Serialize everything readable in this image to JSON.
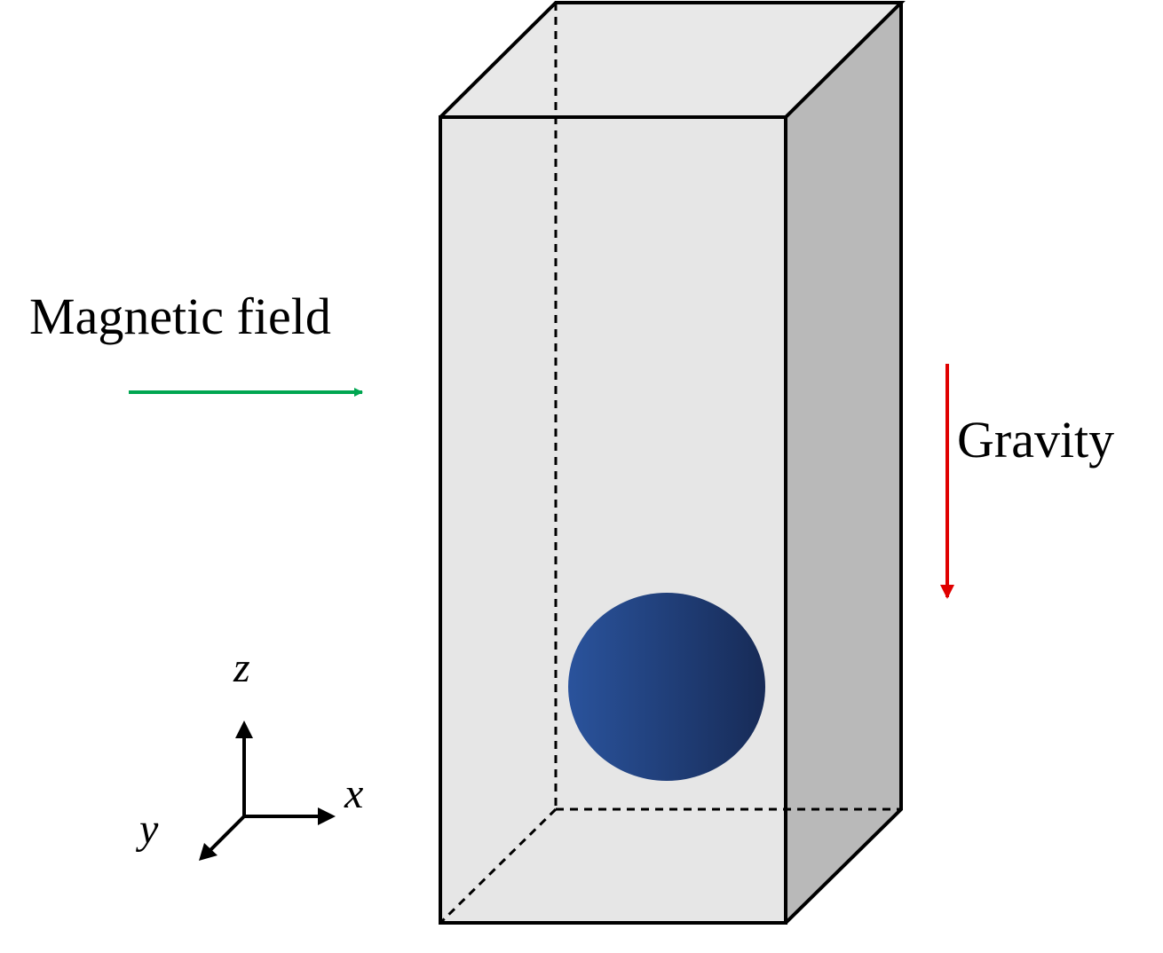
{
  "labels": {
    "magnetic_field": "Magnetic field",
    "gravity": "Gravity",
    "axis_z": "z",
    "axis_x": "x",
    "axis_y": "y"
  },
  "colors": {
    "magnetic_field_arrow": "#00a651",
    "gravity_arrow": "#e00000",
    "box_front": "#e6e6e6",
    "box_side": "#b9b9b9",
    "box_top": "#e8e8e8",
    "box_edge": "#000000",
    "sphere_light": "#2a539c",
    "sphere_dark": "#172b57"
  },
  "icons": {
    "magnetic_field_arrow": "right-arrow",
    "gravity_arrow": "down-arrow",
    "axes": "3d-coordinate-axes"
  }
}
